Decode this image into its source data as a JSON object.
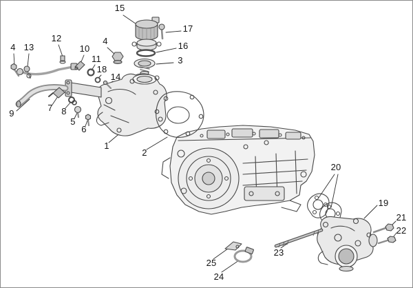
{
  "diagram": {
    "type": "exploded-parts-diagram",
    "subject": "engine thermostat housing and coolant outlet assembly",
    "colors": {
      "background": "#ffffff",
      "border": "#8a8a8a",
      "line_art": "#464646",
      "label": "#141414"
    },
    "callouts": [
      {
        "label": "15"
      },
      {
        "label": "17"
      },
      {
        "label": "4"
      },
      {
        "label": "16"
      },
      {
        "label": "3"
      },
      {
        "label": "12"
      },
      {
        "label": "10"
      },
      {
        "label": "4"
      },
      {
        "label": "13"
      },
      {
        "label": "11"
      },
      {
        "label": "18"
      },
      {
        "label": "14"
      },
      {
        "label": "9"
      },
      {
        "label": "7"
      },
      {
        "label": "8"
      },
      {
        "label": "5"
      },
      {
        "label": "6"
      },
      {
        "label": "1"
      },
      {
        "label": "2"
      },
      {
        "label": "20"
      },
      {
        "label": "19"
      },
      {
        "label": "21"
      },
      {
        "label": "22"
      },
      {
        "label": "23"
      },
      {
        "label": "25"
      },
      {
        "label": "24"
      }
    ]
  }
}
